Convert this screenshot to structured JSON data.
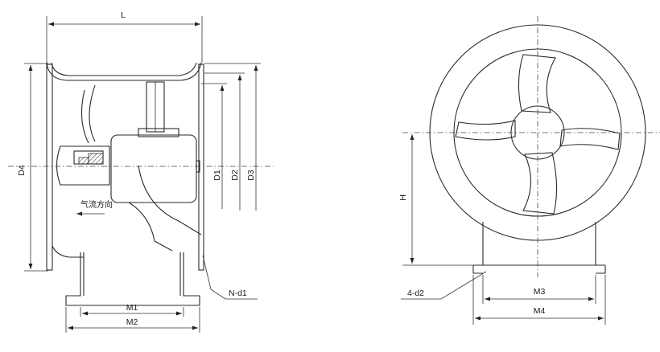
{
  "side_view": {
    "labels": {
      "L": "L",
      "D4": "D4",
      "D1": "D1",
      "D2": "D2",
      "D3": "D3",
      "Nd1": "N-d1",
      "M1": "M1",
      "M2": "M2",
      "airflow": "气流方向"
    }
  },
  "front_view": {
    "labels": {
      "H": "H",
      "d2": "4-d2",
      "M3": "M3",
      "M4": "M4"
    }
  }
}
